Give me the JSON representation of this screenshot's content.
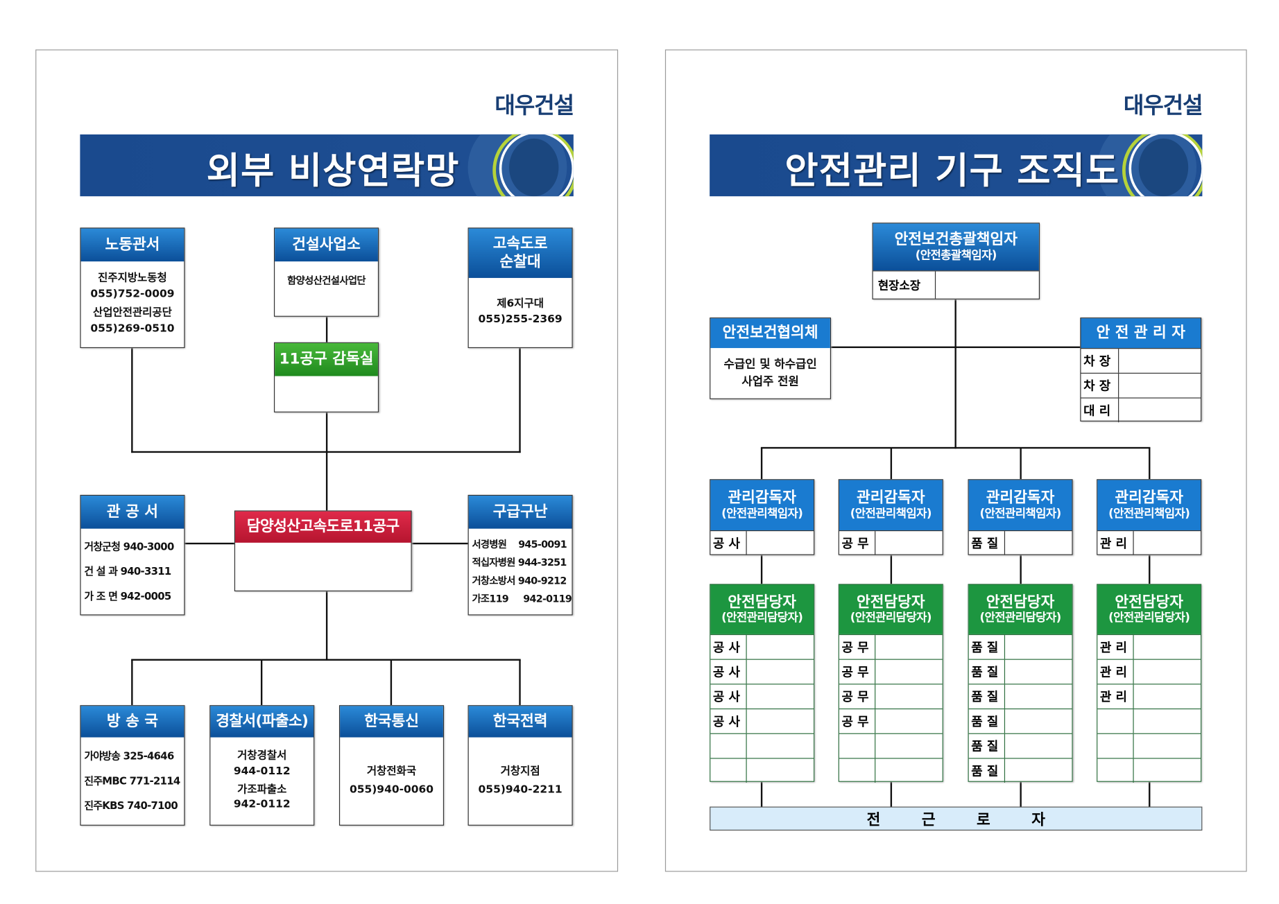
{
  "left": {
    "logo": "대우건설",
    "title": "외부 비상연락망",
    "labor_office": {
      "title": "노동관서",
      "lines": [
        "진주지방노동청",
        "055)752-0009",
        "산업안전관리공단",
        "055)269-0510"
      ]
    },
    "construction_office": {
      "title": "건설사업소",
      "lines": [
        "함양성산건설사업단"
      ]
    },
    "highway_patrol": {
      "title": "고속도로\n순찰대",
      "title1": "고속도로",
      "title2": "순찰대",
      "lines": [
        "제6지구대",
        "055)255-2369"
      ]
    },
    "supervision": {
      "title": "11공구 감독실"
    },
    "center": {
      "title": "담양성산고속도로11공구"
    },
    "public_office": {
      "title": "관 공 서",
      "lines": [
        "거창군청 940-3000",
        "건 설 과 940-3311",
        "가 조 면 942-0005"
      ]
    },
    "rescue": {
      "title": "구급구난",
      "lines": [
        "서경병원    945-0091",
        "적십자병원 944-3251",
        "거창소방서 940-9212",
        "가조119     942-0119"
      ]
    },
    "broadcast": {
      "title": "방 송 국",
      "lines": [
        "가야방송 325-4646",
        "진주MBC 771-2114",
        "진주KBS 740-7100"
      ]
    },
    "police": {
      "title": "경찰서(파출소)",
      "lines": [
        "거창경찰서",
        "944-0112",
        "가조파출소",
        "942-0112"
      ]
    },
    "telecom": {
      "title": "한국통신",
      "lines": [
        "거창전화국",
        "055)940-0060"
      ]
    },
    "power": {
      "title": "한국전력",
      "lines": [
        "거창지점",
        "055)940-2211"
      ]
    }
  },
  "right": {
    "logo": "대우건설",
    "title": "안전관리 기구 조직도",
    "top": {
      "title": "안전보건총괄책임자",
      "subtitle": "(안전총괄책임자)",
      "row_label": "현장소장"
    },
    "council": {
      "title": "안전보건협의체",
      "lines": [
        "수급인 및 하수급인",
        "사업주 전원"
      ]
    },
    "manager": {
      "title": "안 전 관 리 자",
      "rows": [
        "차 장",
        "차 장",
        "대 리"
      ]
    },
    "supervisors": [
      {
        "title": "관리감독자",
        "subtitle": "(안전관리책임자)",
        "row_label": "공 사"
      },
      {
        "title": "관리감독자",
        "subtitle": "(안전관리책임자)",
        "row_label": "공 무"
      },
      {
        "title": "관리감독자",
        "subtitle": "(안전관리책임자)",
        "row_label": "품 질"
      },
      {
        "title": "관리감독자",
        "subtitle": "(안전관리책임자)",
        "row_label": "관 리"
      }
    ],
    "officers": [
      {
        "title": "안전담당자",
        "subtitle": "(안전관리담당자)",
        "rows": [
          "공 사",
          "공 사",
          "공 사",
          "공 사",
          "",
          ""
        ]
      },
      {
        "title": "안전담당자",
        "subtitle": "(안전관리담당자)",
        "rows": [
          "공 무",
          "공 무",
          "공 무",
          "공 무",
          "",
          ""
        ]
      },
      {
        "title": "안전담당자",
        "subtitle": "(안전관리담당자)",
        "rows": [
          "품 질",
          "품 질",
          "품 질",
          "품 질",
          "품 질",
          "품 질"
        ]
      },
      {
        "title": "안전담당자",
        "subtitle": "(안전관리담당자)",
        "rows": [
          "관 리",
          "관 리",
          "관 리",
          "",
          "",
          ""
        ]
      }
    ],
    "workers": [
      "전",
      "근",
      "로",
      "자"
    ]
  }
}
